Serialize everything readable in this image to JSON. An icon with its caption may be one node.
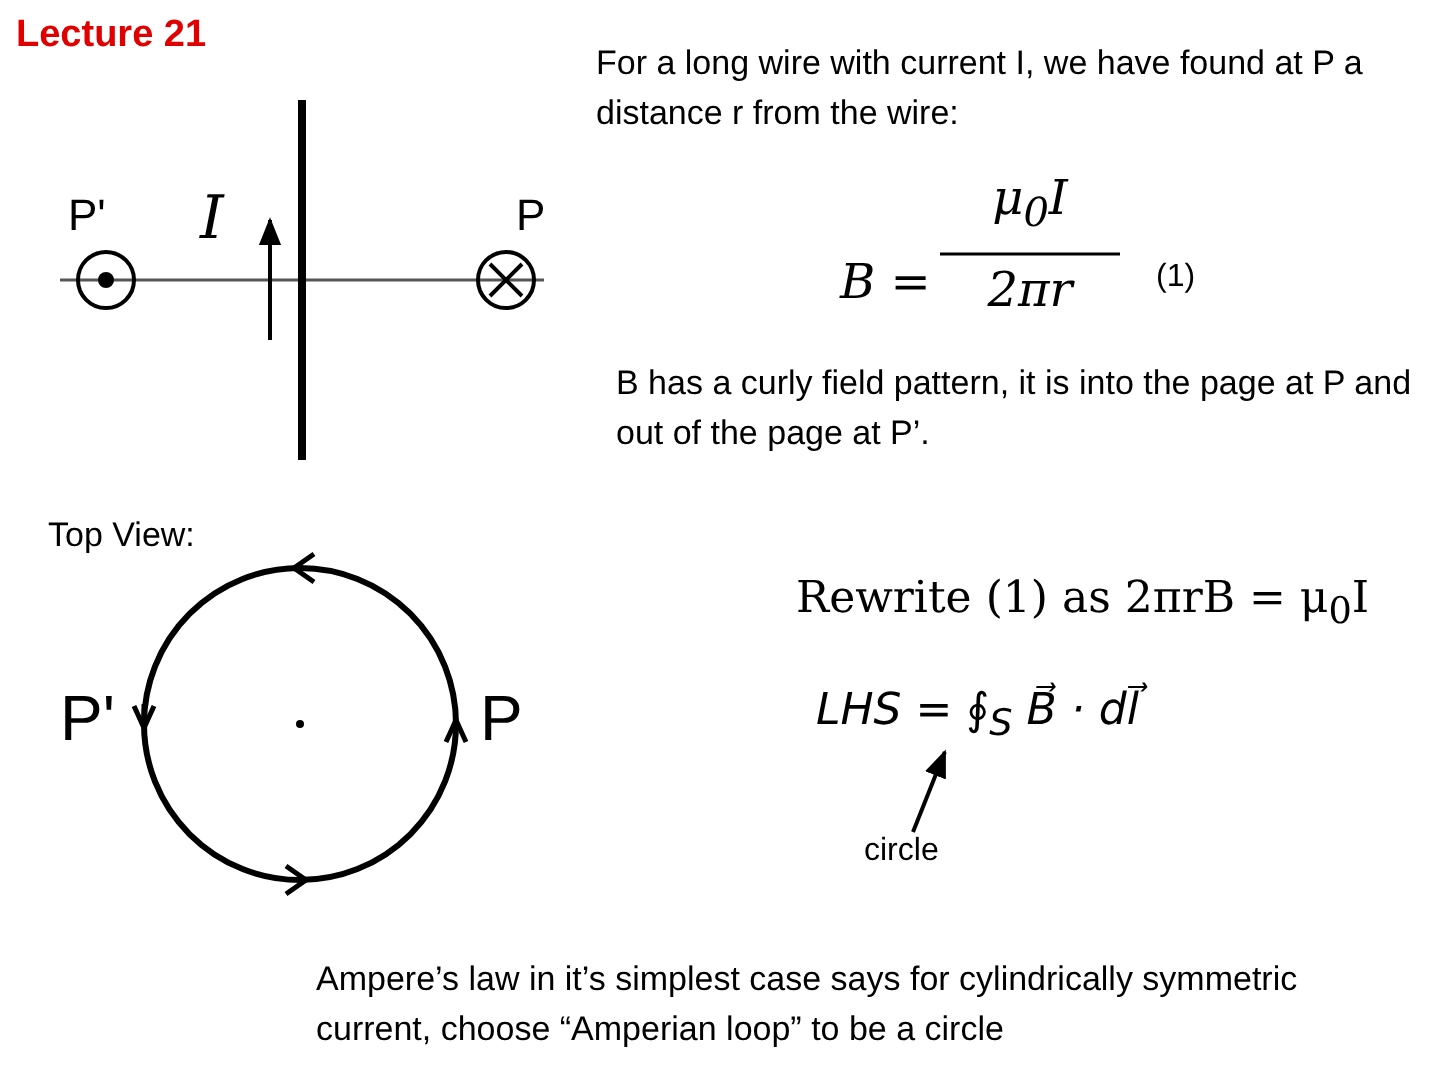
{
  "diagram": {
    "title": "Lecture 21",
    "nodes": [
      {
        "text": [
          "circle"
        ]
      },
      {
        "text": [
          "LHS = ∮$_{S}$ B⃗ · dl⃗"
        ]
      }
    ],
    "edges": [
      {
        "from": 0,
        "to": 1,
        "arrow": "to"
      }
    ],
    "labels": [
      "P'",
      "I",
      "P",
      "For a long wire with current I, we have found at P a distance r from the wire:",
      "B =",
      "μ$_{0}$I",
      "2πr",
      "(1)",
      "B has a curly field pattern, it is into the page at P and out of the page at P’.",
      "Top View:",
      "P'",
      "P",
      "Rewrite (1) as 2πrB = μ$_{0}$I",
      "Ampere’s law in it’s simplest case says for cylindrically symmetric current, choose “Amperian loop” to be a circle"
    ]
  }
}
